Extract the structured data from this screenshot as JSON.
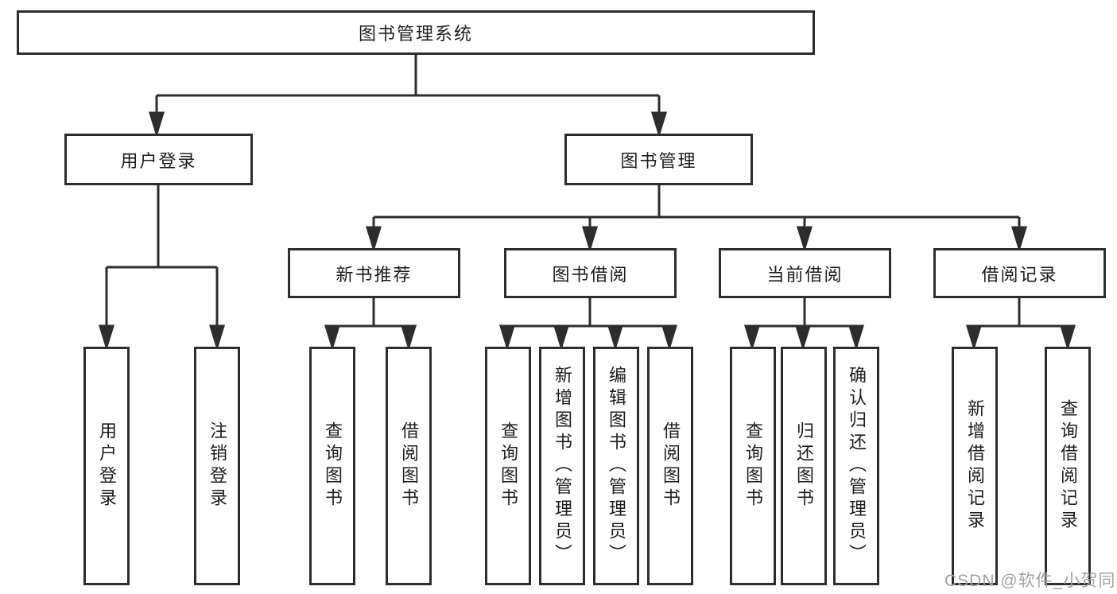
{
  "diagram": {
    "title": "图书管理系统",
    "tree": {
      "label": "图书管理系统",
      "children": [
        {
          "label": "用户登录",
          "children": [
            {
              "label": "用户登录"
            },
            {
              "label": "注销登录"
            }
          ]
        },
        {
          "label": "图书管理",
          "children": [
            {
              "label": "新书推荐",
              "children": [
                {
                  "label": "查询图书"
                },
                {
                  "label": "借阅图书"
                }
              ]
            },
            {
              "label": "图书借阅",
              "children": [
                {
                  "label": "查询图书"
                },
                {
                  "label": "新增图书（管理员）"
                },
                {
                  "label": "编辑图书（管理员）"
                },
                {
                  "label": "借阅图书"
                }
              ]
            },
            {
              "label": "当前借阅",
              "children": [
                {
                  "label": "查询图书"
                },
                {
                  "label": "归还图书"
                },
                {
                  "label": "确认归还（管理员）"
                }
              ]
            },
            {
              "label": "借阅记录",
              "children": [
                {
                  "label": "新增借阅记录"
                },
                {
                  "label": "查询借阅记录"
                }
              ]
            }
          ]
        }
      ]
    },
    "colors": {
      "line": "#2d2d2d",
      "text": "#1c1c1c",
      "background": "#ffffff",
      "watermark": "#a3a3a3"
    }
  },
  "watermark": {
    "text": "CSDN @软件_小贺同学"
  }
}
